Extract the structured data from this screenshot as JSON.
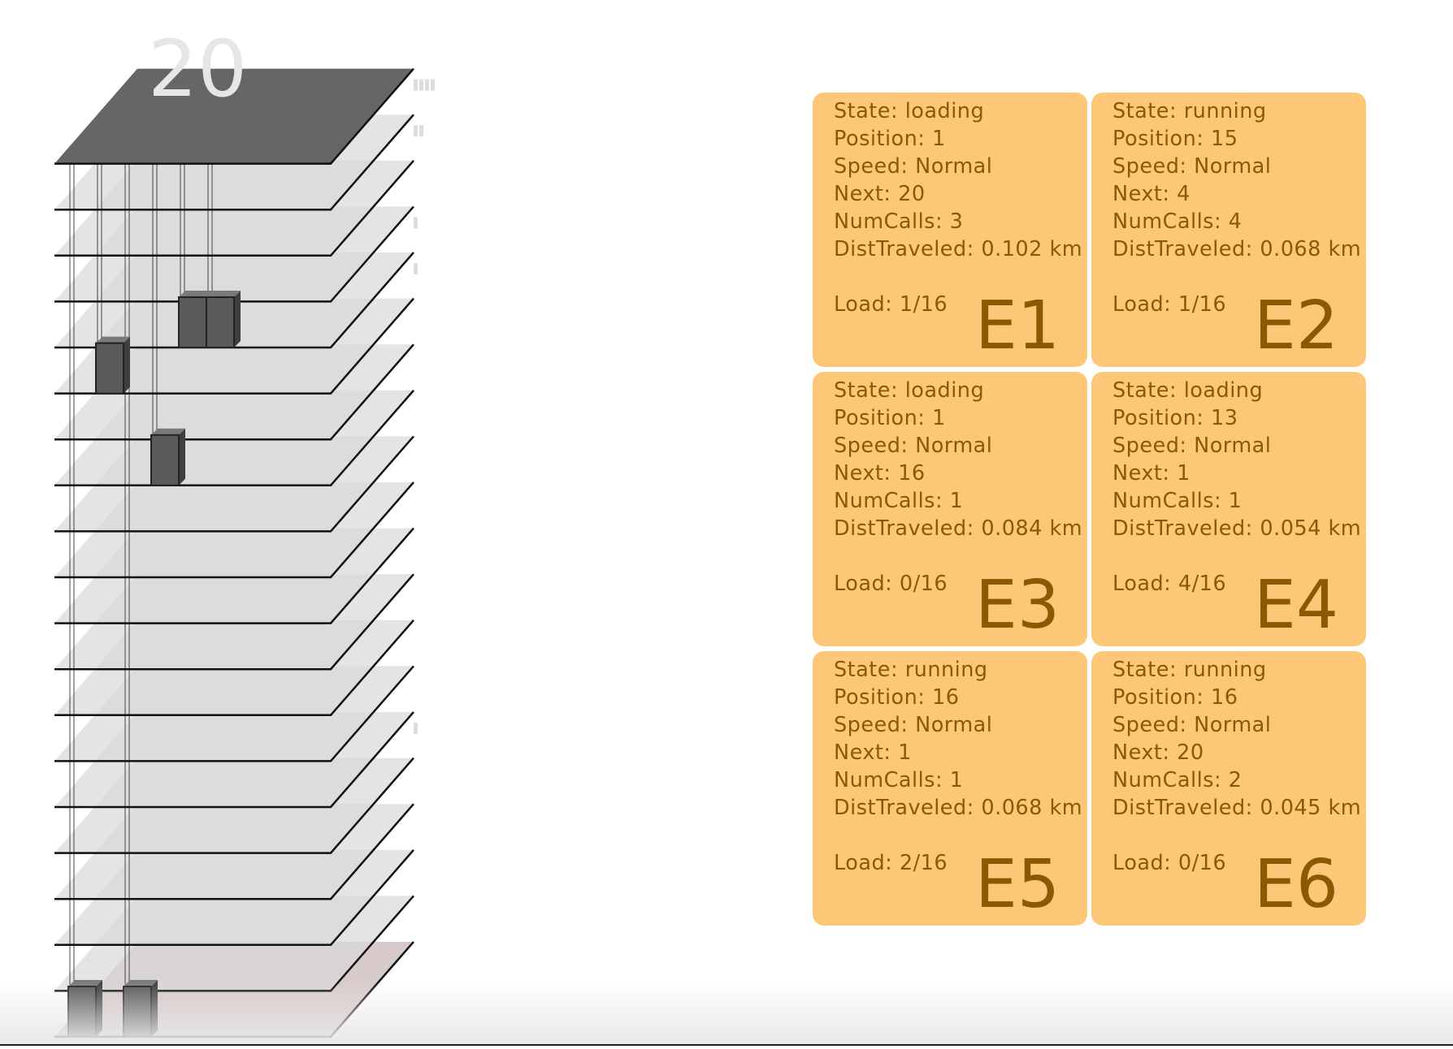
{
  "building": {
    "floors": 20,
    "current_floor_label": "20",
    "colors": {
      "roof": "#666666",
      "floor_plate": "#d8d8d8",
      "ground_floor": "#c7b3b3",
      "car": "#5a5a5a",
      "call_marker": "#dddddd"
    }
  },
  "elevators": [
    {
      "id": "E1",
      "state_line": "State: loading",
      "position_line": "Position: 1",
      "speed_line": "Speed: Normal",
      "next_line": "Next: 20",
      "calls_line": "NumCalls: 3",
      "dist_line": "DistTraveled: 0.102 km",
      "load_line": "Load: 1/16",
      "floor": 1
    },
    {
      "id": "E2",
      "state_line": "State: running",
      "position_line": "Position: 15",
      "speed_line": "Speed: Normal",
      "next_line": "Next: 4",
      "calls_line": "NumCalls: 4",
      "dist_line": "DistTraveled: 0.068 km",
      "load_line": "Load: 1/16",
      "floor": 15
    },
    {
      "id": "E3",
      "state_line": "State: loading",
      "position_line": "Position: 1",
      "speed_line": "Speed: Normal",
      "next_line": "Next: 16",
      "calls_line": "NumCalls: 1",
      "dist_line": "DistTraveled: 0.084 km",
      "load_line": "Load: 0/16",
      "floor": 1
    },
    {
      "id": "E4",
      "state_line": "State: loading",
      "position_line": "Position: 13",
      "speed_line": "Speed: Normal",
      "next_line": "Next: 1",
      "calls_line": "NumCalls: 1",
      "dist_line": "DistTraveled: 0.054 km",
      "load_line": "Load: 4/16",
      "floor": 13
    },
    {
      "id": "E5",
      "state_line": "State: running",
      "position_line": "Position: 16",
      "speed_line": "Speed: Normal",
      "next_line": "Next: 1",
      "calls_line": "NumCalls: 1",
      "dist_line": "DistTraveled: 0.068 km",
      "load_line": "Load: 2/16",
      "floor": 16
    },
    {
      "id": "E6",
      "state_line": "State: running",
      "position_line": "Position: 16",
      "speed_line": "Speed: Normal",
      "next_line": "Next: 20",
      "calls_line": "NumCalls: 2",
      "dist_line": "DistTraveled: 0.045 km",
      "load_line": "Load: 0/16",
      "floor": 16
    }
  ],
  "waiting_markers": [
    {
      "floor": 20,
      "count": 4
    },
    {
      "floor": 19,
      "count": 2
    },
    {
      "floor": 17,
      "count": 1
    },
    {
      "floor": 16,
      "count": 1
    },
    {
      "floor": 6,
      "count": 1
    }
  ]
}
